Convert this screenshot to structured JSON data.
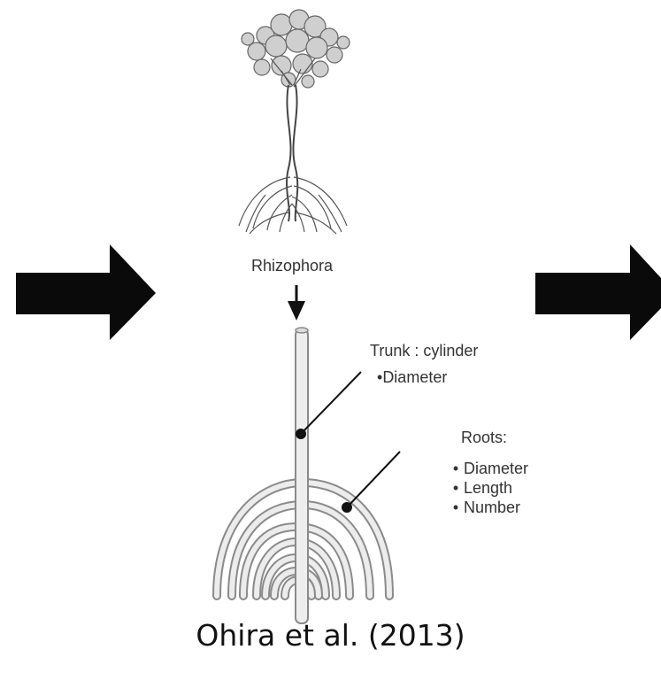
{
  "tree": {
    "label": "Rhizophora"
  },
  "trunk": {
    "title": "Trunk : cylinder",
    "attributes": [
      "Diameter"
    ]
  },
  "roots": {
    "title": "Roots:",
    "attributes": [
      "Diameter",
      "Length",
      "Number"
    ]
  },
  "citation": "Ohira et al. (2013)",
  "colors": {
    "ink": "#111111",
    "line": "#222222",
    "tube": "#8a8a8a",
    "tube_fill": "#e9e9e9"
  },
  "icons": {
    "flow_arrow": "right-arrow-icon",
    "transform_arrow": "down-arrow-icon"
  }
}
